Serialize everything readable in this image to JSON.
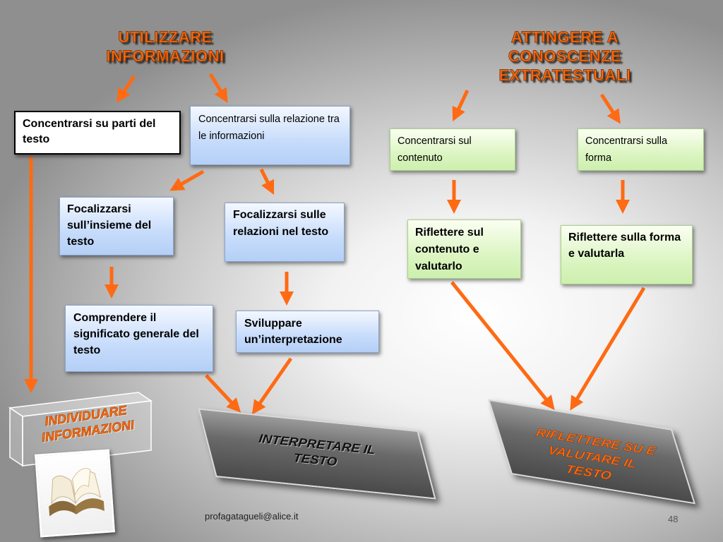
{
  "titles": {
    "left": "UTILIZZARE\nINFORMAZIONI",
    "right": "ATTINGERE A\nCONOSCENZE\nEXTRATESTUALI"
  },
  "boxes": {
    "parti_testo": "Concentrarsi su parti del testo",
    "relazione_informazioni": "Concentrarsi sulla relazione tra le informazioni",
    "insieme_testo": "Focalizzarsi sull’insieme del testo",
    "relazioni_testo": "Focalizzarsi sulle relazioni nel testo",
    "comprendere": "Comprendere il significato generale del testo",
    "sviluppare": "Sviluppare un’interpretazione",
    "sul_contenuto": "Concentrarsi sul contenuto",
    "sulla_forma": "Concentrarsi sulla forma",
    "riflettere_contenuto": "Riflettere sul contenuto e valutarlo",
    "riflettere_forma": "Riflettere sulla forma e valutarla"
  },
  "outcomes": {
    "individuare": "INDIVIDUARE\nINFORMAZIONI",
    "interpretare": "INTERPRETARE IL\nTESTO",
    "riflettere": "RIFLETTERE SU  E\nVALUTARE IL\nTESTO"
  },
  "footer": {
    "email": "profagatagueli@alice.it",
    "page": "48"
  },
  "colors": {
    "arrow": "#ff6a13",
    "title": "#ff6a13"
  }
}
